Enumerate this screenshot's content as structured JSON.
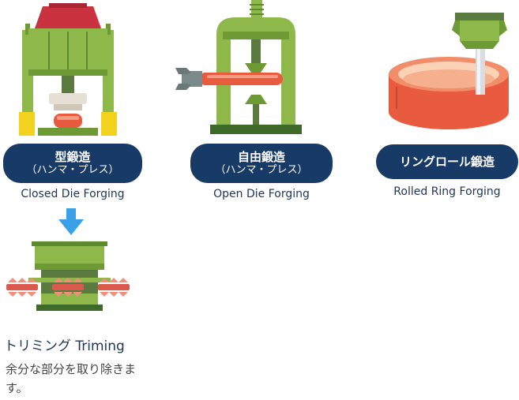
{
  "processes": [
    {
      "jp_line1": "型鍛造",
      "jp_line2": "（ハンマ・プレス）",
      "en": "Closed Die Forging"
    },
    {
      "jp_line1": "自由鍛造",
      "jp_line2": "（ハンマ・プレス）",
      "en": "Open Die Forging"
    },
    {
      "jp_line1": "リングロール鍛造",
      "en": "Rolled Ring Forging"
    }
  ],
  "trimming": {
    "title": "トリミング Triming",
    "description": "余分な部分を取り除きます。"
  },
  "colors": {
    "machine_green": "#8fb84a",
    "machine_dark_green": "#3f6b2a",
    "workpiece_red": "#e85b3f",
    "pill_navy": "#173a66",
    "arrow_blue": "#3aa0e8",
    "roof_red": "#c9323e",
    "base_yellow": "#f2d11f"
  }
}
